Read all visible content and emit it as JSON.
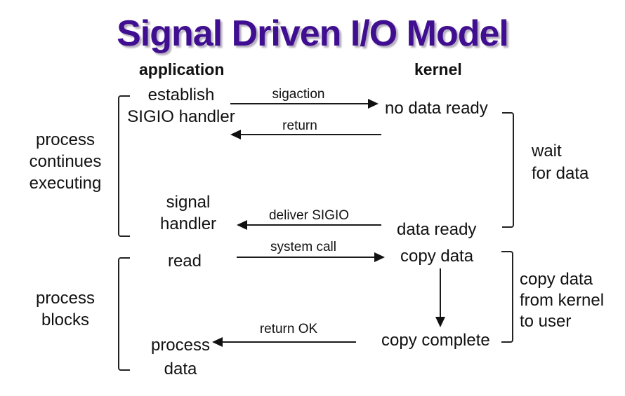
{
  "title": "Signal Driven I/O Model",
  "colors": {
    "title": "#400e90",
    "text": "#111111",
    "line": "#1a1a1a"
  },
  "columns": {
    "application": "application",
    "kernel": "kernel"
  },
  "application_nodes": {
    "establish_sigio": "establish\nSIGIO handler",
    "signal_handler": "signal\nhandler",
    "read": "read",
    "process_data": "process\ndata"
  },
  "kernel_nodes": {
    "no_data_ready": "no data ready",
    "data_ready": "data ready",
    "copy_data": "copy data",
    "copy_complete": "copy complete"
  },
  "arrow_labels": {
    "sigaction": "sigaction",
    "return": "return",
    "deliver_sigio": "deliver SIGIO",
    "system_call": "system call",
    "return_ok": "return OK"
  },
  "side_labels": {
    "process_continues": "process\ncontinues\nexecuting",
    "process_blocks": "process\nblocks",
    "wait_for_data": "wait\nfor data",
    "copy_kernel_user": "copy data\nfrom kernel\nto user"
  }
}
